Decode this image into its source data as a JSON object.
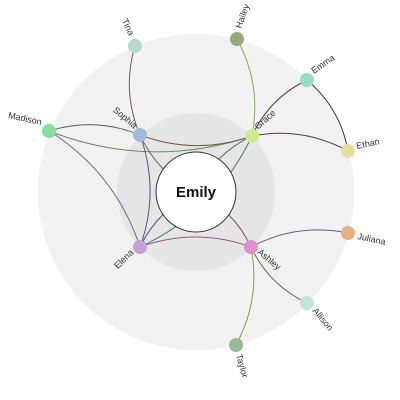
{
  "center": {
    "name": "Emily",
    "fill": "#ffffff",
    "stroke": "#333333"
  },
  "rings": {
    "outer_fill": "#f2f2f2",
    "inner_fill": "#e6e6e6"
  },
  "nodes": [
    {
      "id": "tina",
      "name": "Tina",
      "color": "#b8dcc8"
    },
    {
      "id": "hailey",
      "name": "Hailey",
      "color": "#98a878"
    },
    {
      "id": "emma",
      "name": "Emma",
      "color": "#9adcc0"
    },
    {
      "id": "ethan",
      "name": "Ethan",
      "color": "#e4e0a0"
    },
    {
      "id": "madison",
      "name": "Madison",
      "color": "#86e0a0"
    },
    {
      "id": "sophia",
      "name": "Sophia",
      "color": "#a0bcd4"
    },
    {
      "id": "grace",
      "name": "Grace",
      "color": "#d0e890"
    },
    {
      "id": "elena",
      "name": "Elena",
      "color": "#c8a0d8"
    },
    {
      "id": "ashley",
      "name": "Ashley",
      "color": "#e090d0"
    },
    {
      "id": "juliana",
      "name": "Juliana",
      "color": "#e8b080"
    },
    {
      "id": "allison",
      "name": "Allison",
      "color": "#c8e4d8"
    },
    {
      "id": "taylor",
      "name": "Taylor",
      "color": "#98bc98"
    }
  ],
  "edges": [
    {
      "from": "tina",
      "to": "sophia",
      "color": "#7a5a4a"
    },
    {
      "from": "hailey",
      "to": "grace",
      "color": "#88a860"
    },
    {
      "from": "emma",
      "to": "grace",
      "color": "#5a3a3a"
    },
    {
      "from": "emma",
      "to": "ethan",
      "color": "#333333"
    },
    {
      "from": "ethan",
      "to": "grace",
      "color": "#5a3a4a"
    },
    {
      "from": "madison",
      "to": "sophia",
      "color": "#5a6a7a"
    },
    {
      "from": "madison",
      "to": "grace",
      "color": "#6a8a5a"
    },
    {
      "from": "madison",
      "to": "elena",
      "color": "#7a5a8a"
    },
    {
      "from": "sophia",
      "to": "grace",
      "color": "#7a5a4a"
    },
    {
      "from": "sophia",
      "to": "elena",
      "color": "#6a4a8a"
    },
    {
      "from": "sophia",
      "to": "emily",
      "color": "#7a6a5a"
    },
    {
      "from": "grace",
      "to": "elena",
      "color": "#4a7a7a"
    },
    {
      "from": "grace",
      "to": "emily",
      "color": "#4a7a6a"
    },
    {
      "from": "elena",
      "to": "emily",
      "color": "#6a4a7a"
    },
    {
      "from": "ashley",
      "to": "emily",
      "color": "#8a4a7a"
    },
    {
      "from": "ashley",
      "to": "juliana",
      "color": "#6a5a8a"
    },
    {
      "from": "ashley",
      "to": "allison",
      "color": "#5a6a5a"
    },
    {
      "from": "ashley",
      "to": "taylor",
      "color": "#a08a50"
    },
    {
      "from": "ashley",
      "to": "elena",
      "color": "#8a5a8a"
    }
  ]
}
